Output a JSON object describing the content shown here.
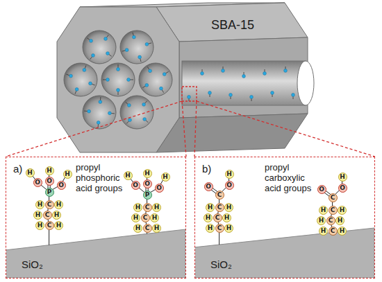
{
  "diagram": {
    "nodes": [
      {
        "text": [
          "SBA-15"
        ]
      },
      {
        "text": [
          "a)",
          "propyl phosphoric acid groups",
          "SiO₂"
        ]
      },
      {
        "text": [
          "b)",
          "propyl carboxylic acid groups",
          "SiO₂"
        ]
      }
    ],
    "edges": [
      {
        "from": 0,
        "to": 1,
        "arrow": "none"
      },
      {
        "from": 0,
        "to": 2,
        "arrow": "none"
      }
    ],
    "labels": [
      "H",
      "O",
      "H",
      "O",
      "H",
      "O",
      "P",
      "H",
      "C",
      "H",
      "H",
      "C",
      "H",
      "H",
      "C",
      "H",
      "H",
      "O",
      "H",
      "O",
      "H",
      "O",
      "P",
      "H",
      "C",
      "H",
      "H",
      "C",
      "H",
      "H",
      "C",
      "H",
      "O",
      "H",
      "O",
      "C",
      "H",
      "C",
      "H",
      "H",
      "C",
      "H",
      "H",
      "C",
      "H",
      "O",
      "H",
      "O",
      "C",
      "H",
      "C",
      "H",
      "H",
      "C",
      "H",
      "H",
      "C",
      "H"
    ]
  }
}
